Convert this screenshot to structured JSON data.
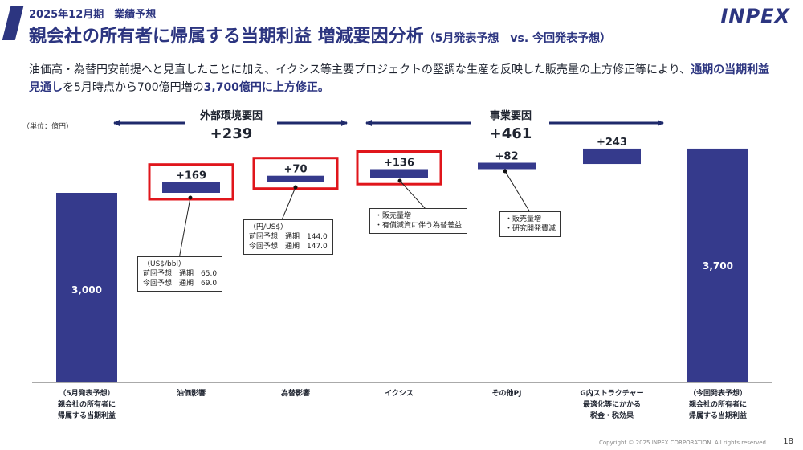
{
  "header": {
    "subtitle": "2025年12月期　業績予想",
    "title": "親会社の所有者に帰属する当期利益 増減要因分析",
    "title_suffix": "（5月発表予想　vs. 今回発表予想）",
    "logo": "INPEX"
  },
  "description": {
    "part1": "油価高・為替円安前提へと見直したことに加え、イクシス等主要プロジェクトの堅調な生産を反映した販売量の上方修正等により、",
    "highlight1": "通期の当期利益見通し",
    "part2": "を5月時点から700億円増の",
    "highlight2": "3,700億円に上方修正。"
  },
  "unit_label": "（単位：億円）",
  "groups": {
    "external": {
      "label": "外部環境要因",
      "value": "+239"
    },
    "business": {
      "label": "事業要因",
      "value": "+461"
    }
  },
  "notes": {
    "oil": [
      "（US$/bbl）",
      "前回予想　通期　65.0",
      "今回予想　通期　69.0"
    ],
    "fx": [
      "（円/US$）",
      "前回予想　通期　144.0",
      "今回予想　通期　147.0"
    ],
    "ichthys": [
      "・販売量増",
      "・有償減資に伴う為替差益"
    ],
    "other": [
      "・販売量増",
      "・研究開発費減"
    ]
  },
  "categories": [
    [
      "（5月発表予想）",
      "親会社の所有者に",
      "帰属する当期利益"
    ],
    [
      "油価影響"
    ],
    [
      "為替影響"
    ],
    [
      "イクシス"
    ],
    [
      "その他PJ"
    ],
    [
      "G内ストラクチャー",
      "最適化等にかかる",
      "税金・税効果"
    ],
    [
      "（今回発表予想）",
      "親会社の所有者に",
      "帰属する当期利益"
    ]
  ],
  "chart_data": {
    "type": "bar",
    "subtype": "waterfall",
    "categories": [
      "（5月発表予想）親会社の所有者に帰属する当期利益",
      "油価影響",
      "為替影響",
      "イクシス",
      "その他PJ",
      "G内ストラクチャー最適化等にかかる税金・税効果",
      "（今回発表予想）親会社の所有者に帰属する当期利益"
    ],
    "values": [
      3000,
      169,
      70,
      136,
      82,
      243,
      3700
    ],
    "labels": [
      "3,000",
      "+169",
      "+70",
      "+136",
      "+82",
      "+243",
      "3,700"
    ],
    "kinds": [
      "total",
      "delta",
      "delta",
      "delta",
      "delta",
      "delta",
      "total"
    ],
    "highlighted": [
      false,
      true,
      true,
      true,
      false,
      false,
      false
    ],
    "ylim": [
      0,
      3800
    ],
    "bar_color": "#353a8c",
    "highlight_color": "#e0151b"
  },
  "footer": {
    "copyright": "Copyright © 2025 INPEX CORPORATION. All rights reserved.",
    "page": "18"
  }
}
